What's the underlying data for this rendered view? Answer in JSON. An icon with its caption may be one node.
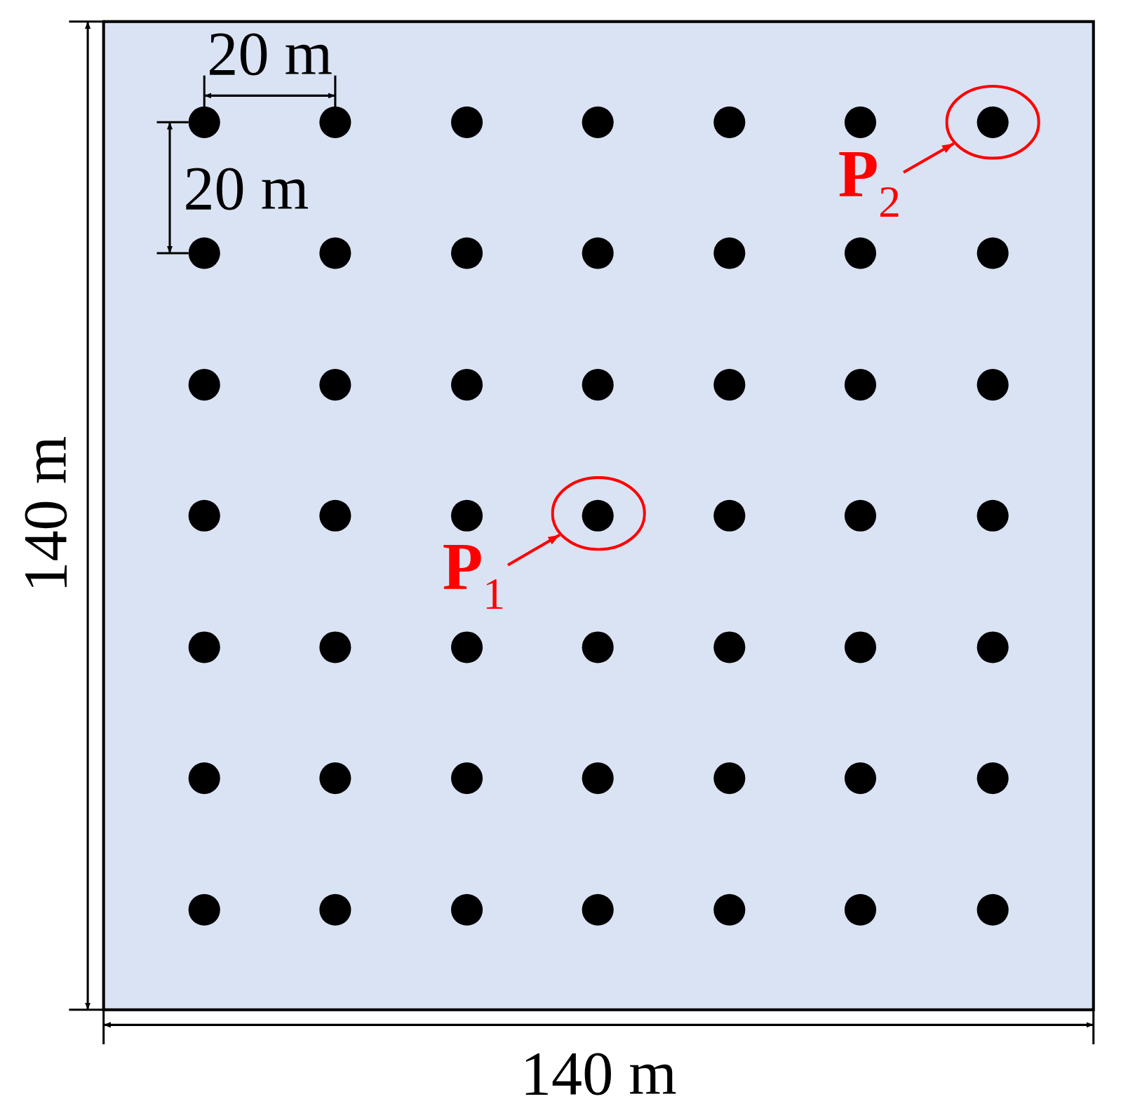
{
  "diagram": {
    "nodes": [
      {
        "text": [],
        "shape": "circle"
      },
      {
        "text": [
          "P$_{2}$"
        ]
      },
      {
        "text": [],
        "shape": "circle"
      },
      {
        "text": [
          "P$_{1}$"
        ]
      }
    ],
    "edges": [
      {
        "from": 1,
        "to": 0,
        "arrow": "to"
      },
      {
        "from": 3,
        "to": 2,
        "arrow": "to"
      }
    ],
    "labels": [
      "20 m",
      "20 m",
      "140 m",
      "140 m"
    ]
  }
}
